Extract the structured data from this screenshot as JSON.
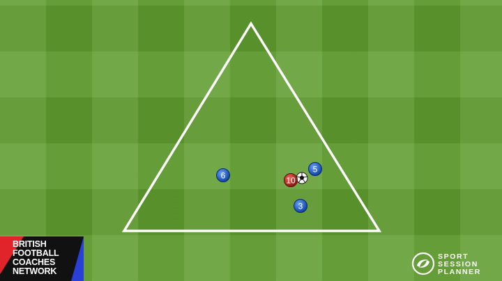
{
  "players": [
    {
      "number": "6",
      "team": "blue"
    },
    {
      "number": "5",
      "team": "blue"
    },
    {
      "number": "10",
      "team": "red"
    },
    {
      "number": "3",
      "team": "blue"
    }
  ],
  "colors": {
    "blue_team": "#2166d6",
    "red_team": "#c62d2a",
    "line": "#ffffff",
    "grass": "#5f9c2e"
  },
  "brand_left": {
    "lines": [
      "BRITISH",
      "FOOTBALL",
      "COACHES",
      "NETWORK"
    ]
  },
  "brand_right": {
    "lines": [
      "SPORT",
      "SESSION",
      "PLANNER"
    ],
    "icon": "swirl-logo-icon"
  }
}
